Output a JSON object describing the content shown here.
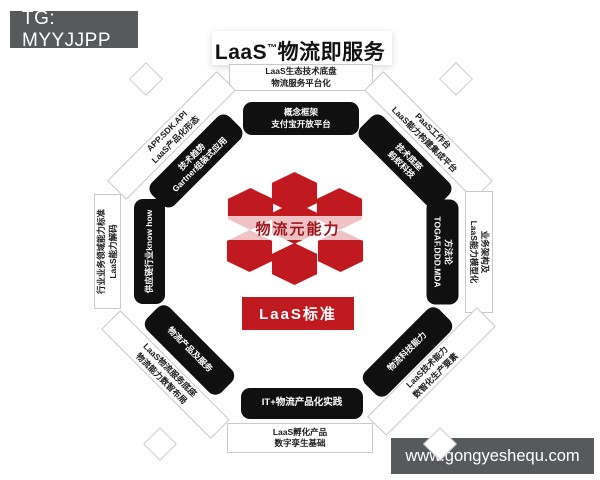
{
  "watermarks": {
    "telegram": "TG: MYYJJPP",
    "website": "www.gongyeshequ.com"
  },
  "title": {
    "brand": "LaaS",
    "trademark": "™",
    "cn": "物流即服务"
  },
  "center": {
    "band_label": "物流元能力",
    "standard_label": "LaaS标准"
  },
  "ring": {
    "top": {
      "white": [
        "LaaS生态技术底盘",
        "物流服务平台化"
      ],
      "black": [
        "概念框架",
        "支付宝开放平台"
      ]
    },
    "top_left": {
      "white": [
        "APP.SDK.API",
        "LaaS产品化形态"
      ],
      "black": [
        "技术趋势",
        "Gartner组装式应用"
      ]
    },
    "top_right": {
      "white": [
        "PaaS工作台",
        "LaaS能力构建集成平台"
      ],
      "black": [
        "技术底座",
        "蚂蚁科技"
      ]
    },
    "left": {
      "white": [
        "行业业务领域能力标准",
        "LaaS能力解码"
      ],
      "black": [
        "供应链行业know how"
      ]
    },
    "right": {
      "white": [
        "业务架构及",
        "LaaS能力模型化"
      ],
      "black": [
        "方法论",
        "TOGAF.DDD.MDA"
      ]
    },
    "bottom_left": {
      "white": [
        "LaaS物流服务底座",
        "物流能力数智布局"
      ],
      "black": [
        "物流产品及服务"
      ]
    },
    "bottom_right": {
      "white": [
        "LaaS技术能力",
        "数智化生产要素"
      ],
      "black": [
        "物流科技能力"
      ]
    },
    "bottom": {
      "white": [
        "LaaS孵化产品",
        "数字孪生基础"
      ],
      "black": [
        "IT+物流产品化实践"
      ]
    }
  },
  "colors": {
    "accent_red": "#c11920",
    "band_text_red": "#9e161d",
    "banner_gray": "#58595b",
    "bar_black": "#101010",
    "bar_border": "#c9c9c9"
  }
}
